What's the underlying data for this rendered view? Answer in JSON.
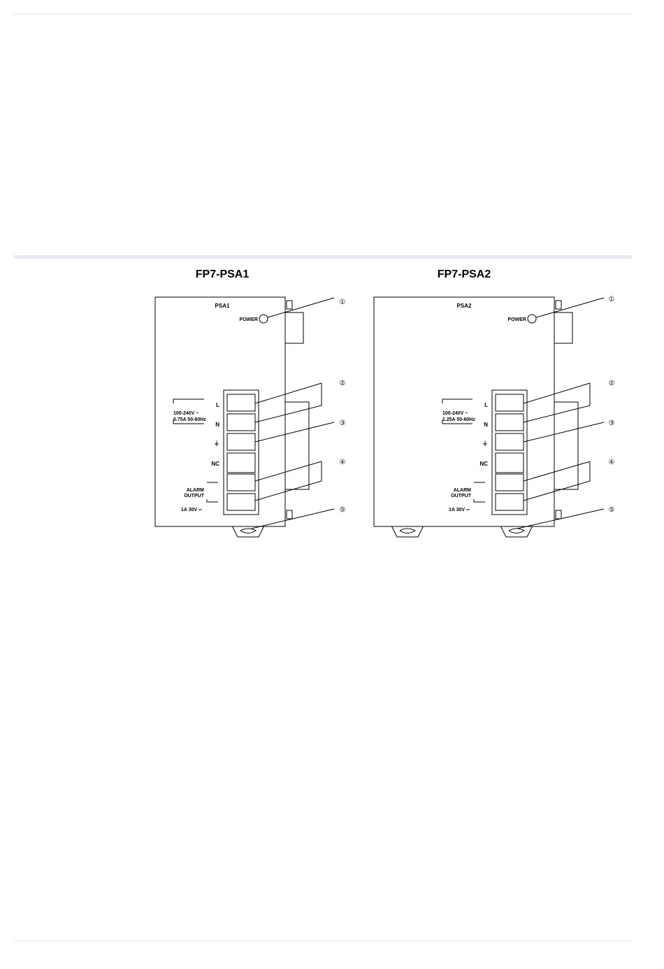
{
  "figure": {
    "left_title": "FP7-PSA1",
    "right_title": "FP7-PSA2",
    "units": [
      {
        "model_label": "PSA1",
        "power_label": "POWER",
        "voltage_line1": "100-240V ~",
        "voltage_line2": "0.75A 50-60Hz",
        "terminal_L": "L",
        "terminal_N": "N",
        "terminal_NC": "NC",
        "alarm_line1": "ALARM",
        "alarm_line2": "OUTPUT",
        "alarm_rating": "1A 30V ═",
        "ground_symbol": "⏚"
      },
      {
        "model_label": "PSA2",
        "power_label": "POWER",
        "voltage_line1": "100-240V ~",
        "voltage_line2": "1.25A 50-60Hz",
        "terminal_L": "L",
        "terminal_N": "N",
        "terminal_NC": "NC",
        "alarm_line1": "ALARM",
        "alarm_line2": "OUTPUT",
        "alarm_rating": "1A 30V ═",
        "ground_symbol": "⏚"
      }
    ],
    "callouts": [
      "①",
      "②",
      "③",
      "④",
      "⑤"
    ]
  }
}
